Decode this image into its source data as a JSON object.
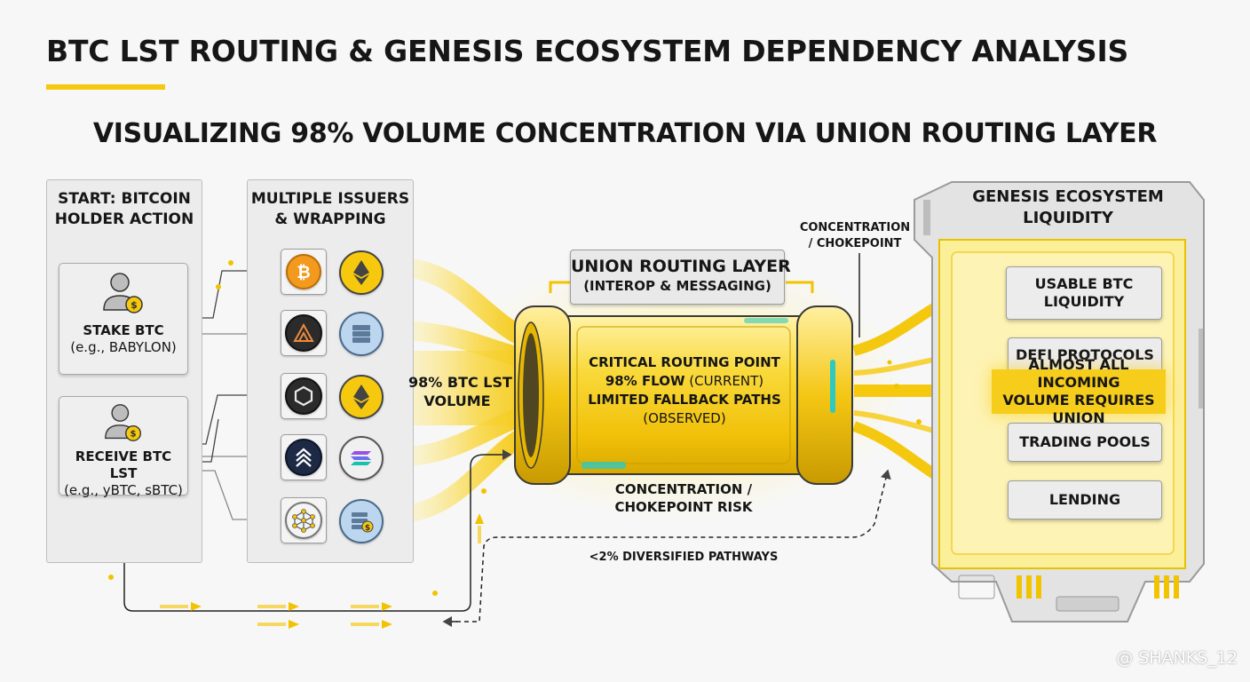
{
  "title": "BTC LST ROUTING & GENESIS ECOSYSTEM DEPENDENCY ANALYSIS",
  "subtitle": "VISUALIZING 98% VOLUME CONCENTRATION VIA UNION ROUTING LAYER",
  "start_panel": {
    "title_line1": "START: BITCOIN",
    "title_line2": "HOLDER ACTION",
    "stake": {
      "label": "STAKE BTC",
      "sub": "(e.g., BABYLON)"
    },
    "receive": {
      "label": "RECEIVE BTC LST",
      "sub": "(e.g., yBTC, sBTC)"
    }
  },
  "issuers_panel": {
    "title_line1": "MULTIPLE ISSUERS",
    "title_line2": "& WRAPPING",
    "rows": [
      {
        "left_icon": "bitcoin-icon",
        "right_icon": "ethereum-icon"
      },
      {
        "left_icon": "mountain-logo-icon",
        "right_icon": "server-icon"
      },
      {
        "left_icon": "hexagon-icon",
        "right_icon": "ethereum-icon"
      },
      {
        "left_icon": "stacked-chevron-icon",
        "right_icon": "solana-icon"
      },
      {
        "left_icon": "network-nodes-icon",
        "right_icon": "server-coin-icon"
      }
    ]
  },
  "flow_label": {
    "line1": "98% BTC LST",
    "line2": "VOLUME"
  },
  "router": {
    "header_line1": "UNION ROUTING LAYER",
    "header_line2": "(INTEROP & MESSAGING)",
    "core_line1": "CRITICAL ROUTING POINT",
    "core_line2_bold": "98% FLOW",
    "core_line2_normal": "(CURRENT)",
    "core_line3": "LIMITED FALLBACK PATHS",
    "core_line4": "(OBSERVED)",
    "risk_line1": "CONCENTRATION /",
    "risk_line2": "CHOKEPOINT RISK"
  },
  "chokepoint_label": {
    "line1": "CONCENTRATION",
    "line2": "/ CHOKEPOINT"
  },
  "diversified_label": "<2% DIVERSIFIED PATHWAYS",
  "genesis": {
    "title_line1": "GENESIS ECOSYSTEM",
    "title_line2": "LIQUIDITY",
    "items": {
      "usable_line1": "USABLE BTC",
      "usable_line2": "LIQUIDITY",
      "defi": "DEFI PROTOCOLS",
      "highlight_line1": "ALMOST ALL INCOMING",
      "highlight_line2": "VOLUME REQUIRES UNION",
      "trading": "TRADING POOLS",
      "lending": "LENDING"
    }
  },
  "watermark": "@ SHANKS_12",
  "colors": {
    "accent_yellow": "#f6c90e",
    "tube_yellow": "#f8d22a",
    "highlight_yellow": "#f7cd1c",
    "ink": "#161616",
    "panel_gray": "#ececec"
  }
}
